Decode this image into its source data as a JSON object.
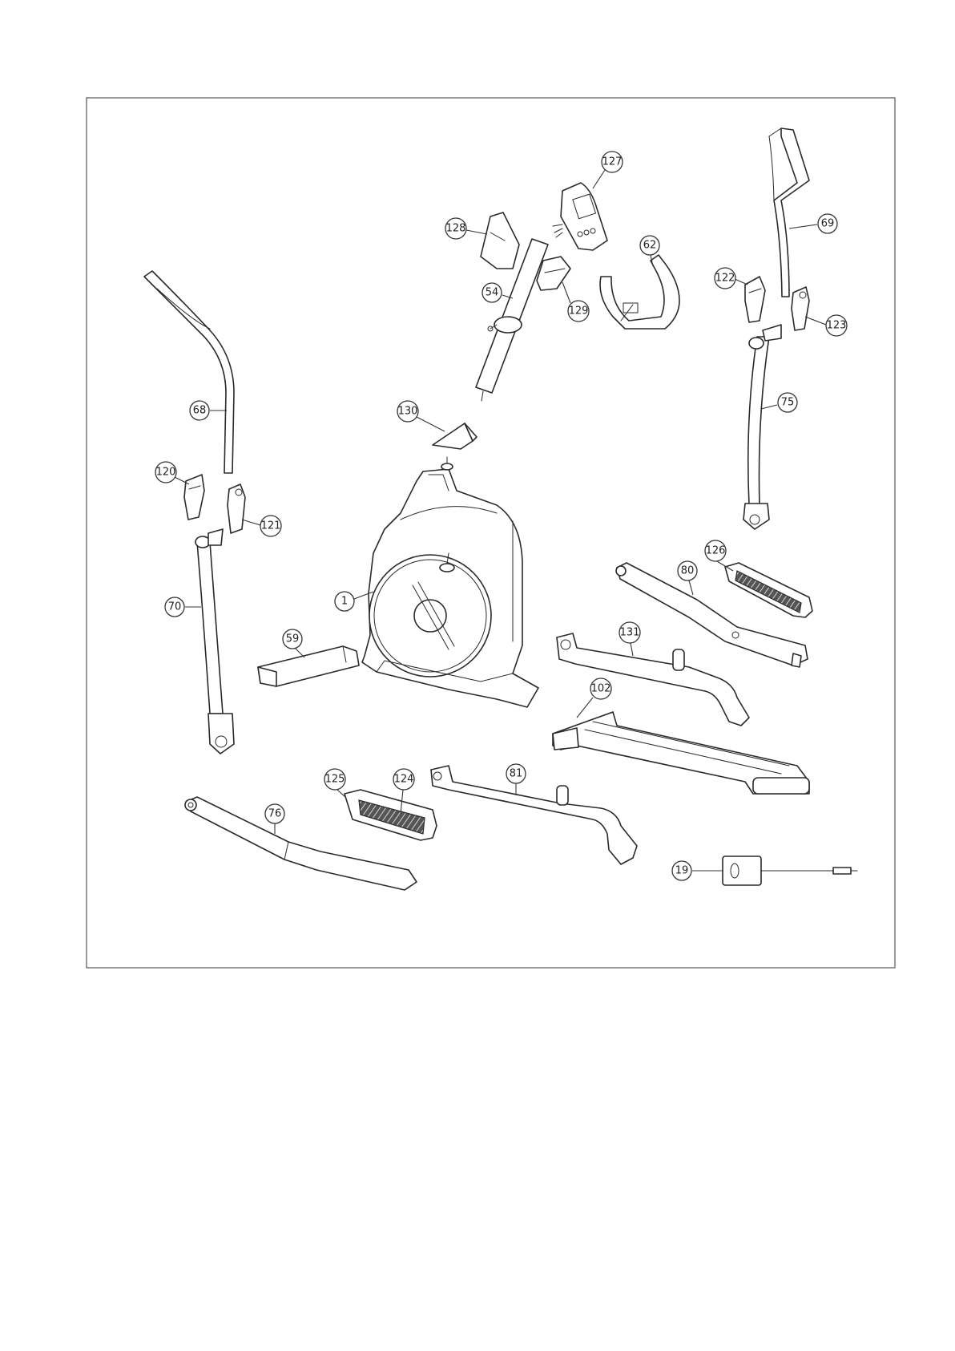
{
  "diagram": {
    "callouts": [
      {
        "id": "1",
        "label": "1"
      },
      {
        "id": "19",
        "label": "19"
      },
      {
        "id": "54",
        "label": "54"
      },
      {
        "id": "59",
        "label": "59"
      },
      {
        "id": "62",
        "label": "62"
      },
      {
        "id": "68",
        "label": "68"
      },
      {
        "id": "69",
        "label": "69"
      },
      {
        "id": "70",
        "label": "70"
      },
      {
        "id": "75",
        "label": "75"
      },
      {
        "id": "76",
        "label": "76"
      },
      {
        "id": "80",
        "label": "80"
      },
      {
        "id": "81",
        "label": "81"
      },
      {
        "id": "102",
        "label": "102"
      },
      {
        "id": "120",
        "label": "120"
      },
      {
        "id": "121",
        "label": "121"
      },
      {
        "id": "122",
        "label": "122"
      },
      {
        "id": "123",
        "label": "123"
      },
      {
        "id": "124",
        "label": "124"
      },
      {
        "id": "125",
        "label": "125"
      },
      {
        "id": "126",
        "label": "126"
      },
      {
        "id": "127",
        "label": "127"
      },
      {
        "id": "128",
        "label": "128"
      },
      {
        "id": "129",
        "label": "129"
      },
      {
        "id": "130",
        "label": "130"
      },
      {
        "id": "131",
        "label": "131"
      }
    ]
  }
}
